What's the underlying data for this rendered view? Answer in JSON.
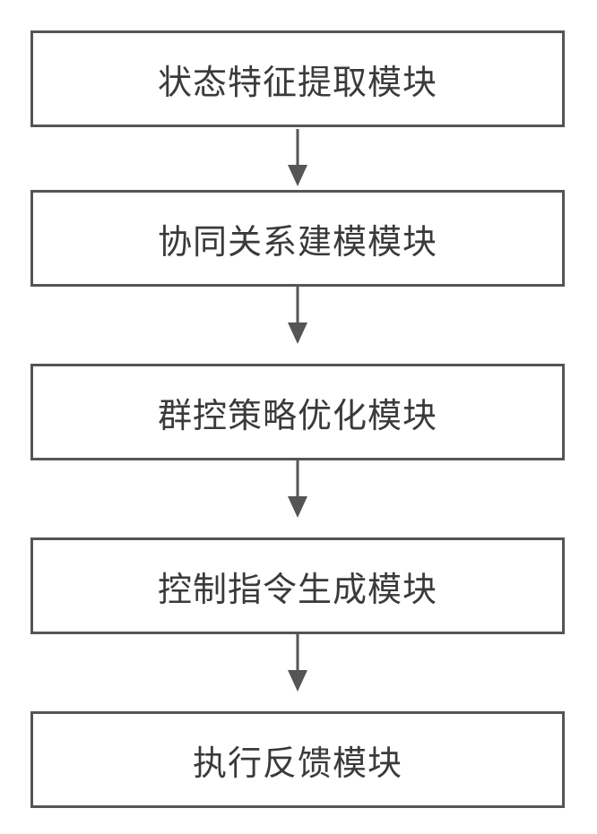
{
  "flowchart": {
    "steps": [
      {
        "label": "状态特征提取模块"
      },
      {
        "label": "协同关系建模模块"
      },
      {
        "label": "群控策略优化模块"
      },
      {
        "label": "控制指令生成模块"
      },
      {
        "label": "执行反馈模块"
      }
    ]
  },
  "colors": {
    "border": "#555555",
    "text": "#3a3a3a",
    "arrow": "#555555"
  }
}
